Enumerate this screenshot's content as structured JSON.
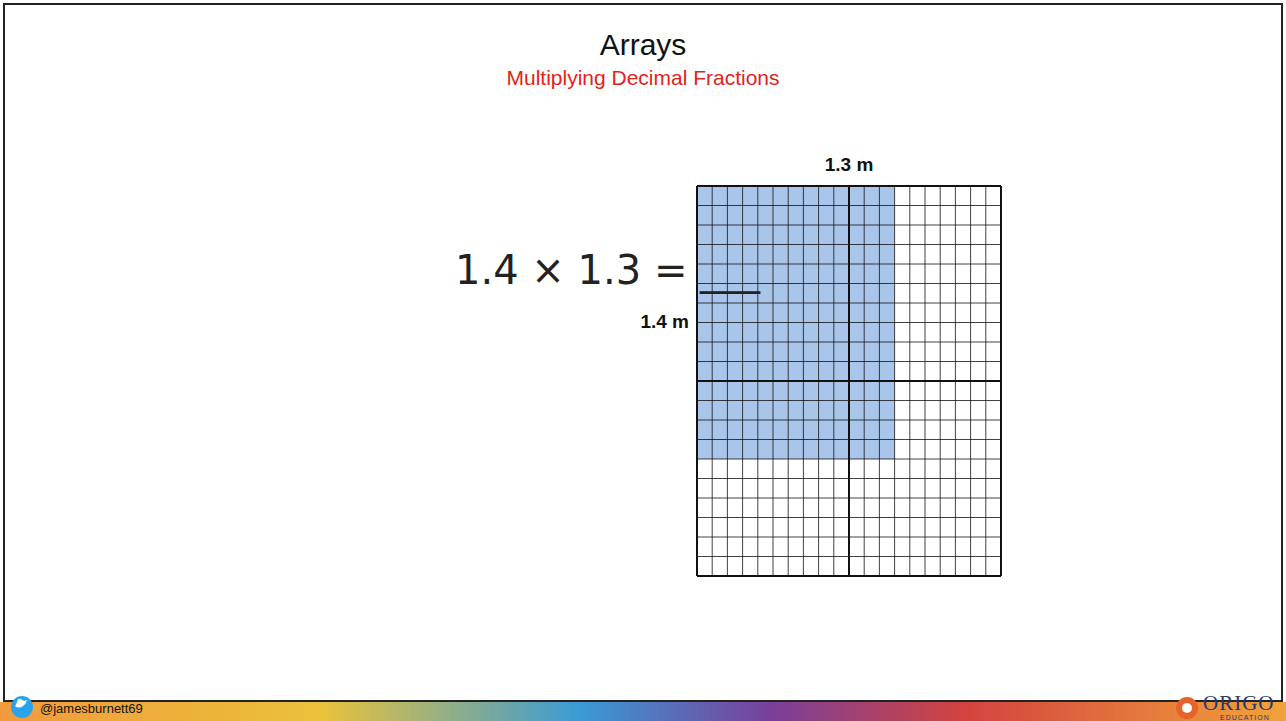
{
  "diagram": {
    "title": "Arrays",
    "labels": [
      "Multiplying Decimal Fractions",
      "1.4 × 1.3 = ___",
      "1.3 m",
      "1.4 m",
      "@jamesburnett69",
      "ORIGO",
      "EDUCATION"
    ]
  }
}
